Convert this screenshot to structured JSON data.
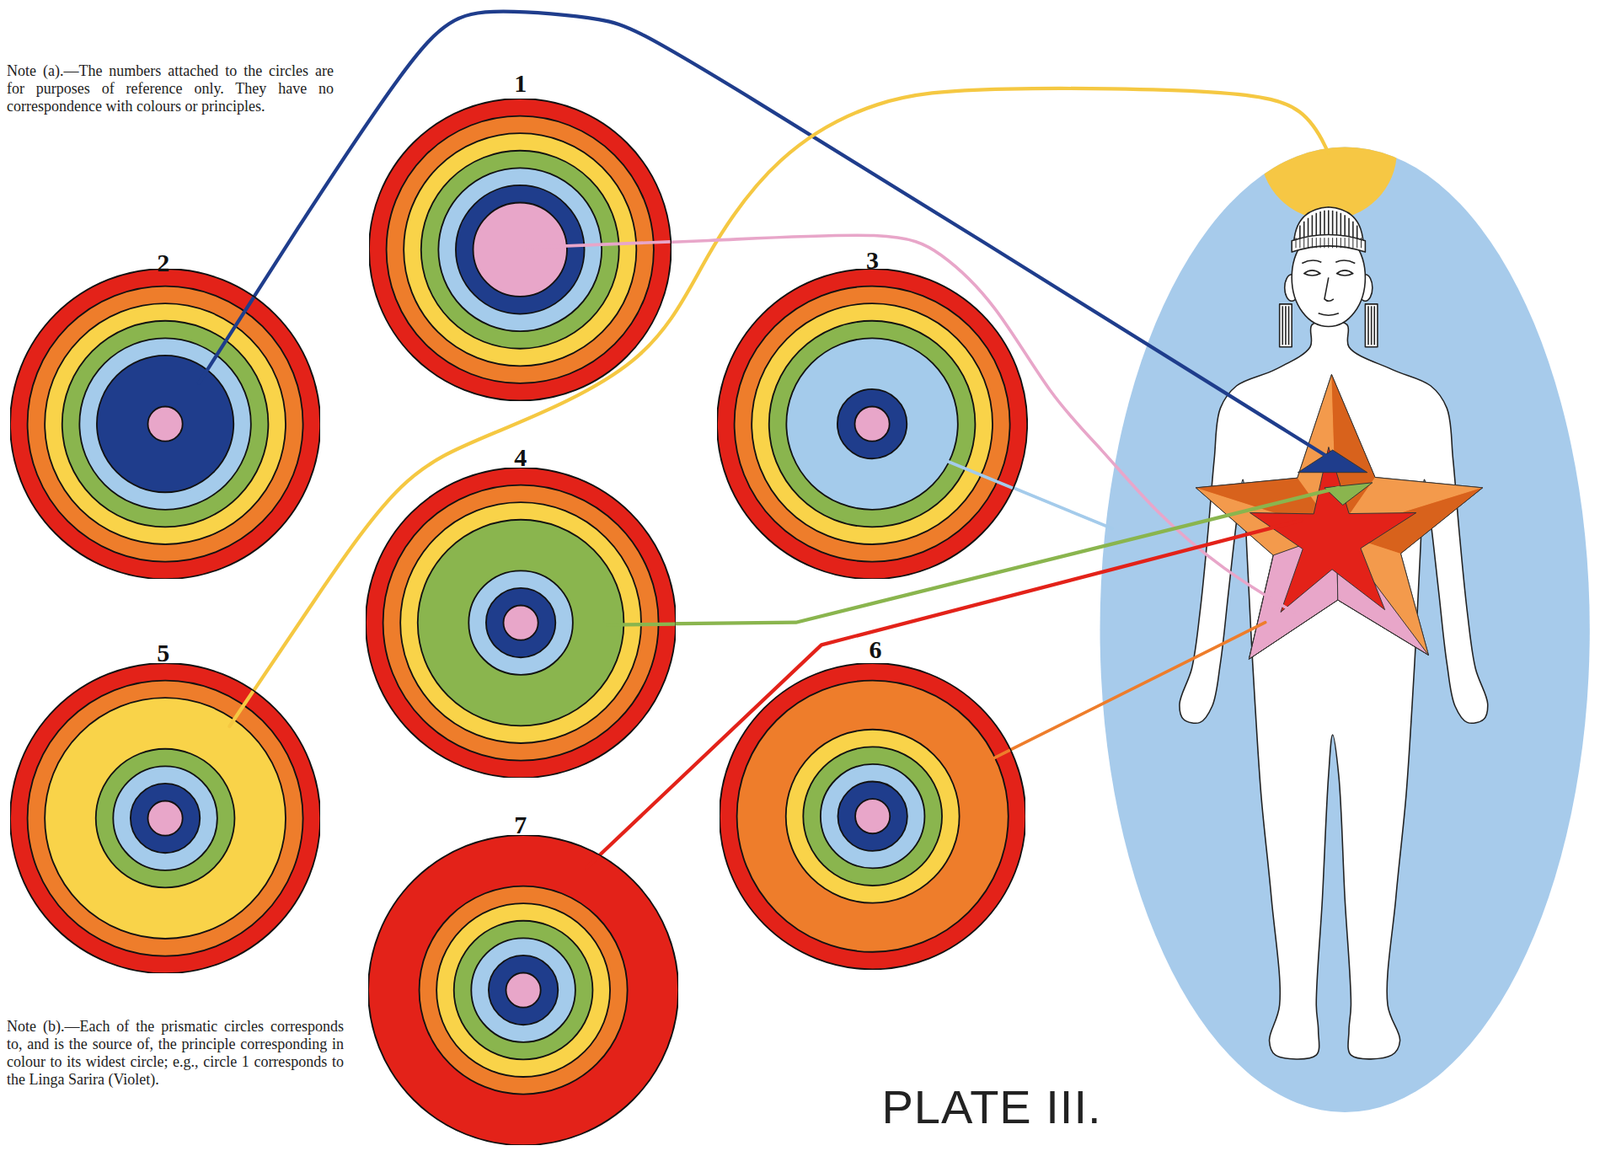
{
  "diagram": {
    "caption": "PLATE III.",
    "nodes": [
      {
        "text": [
          "1"
        ]
      },
      {
        "text": [
          "2"
        ]
      },
      {
        "text": [
          "3"
        ]
      },
      {
        "text": [
          "4"
        ]
      },
      {
        "text": [
          "5"
        ]
      },
      {
        "text": [
          "6"
        ]
      },
      {
        "text": [
          "7"
        ]
      }
    ],
    "labels": [
      "Note (a).—The numbers attached to the circles are for purposes of reference only. They have no correspondence with colours or principles.",
      "Note (b).—Each of the prismatic circles corresponds to, and is the source of, the principle corresponding in colour to its widest circle; e.g., circle 1 corresponds to the Linga Sarira (Violet)."
    ]
  }
}
